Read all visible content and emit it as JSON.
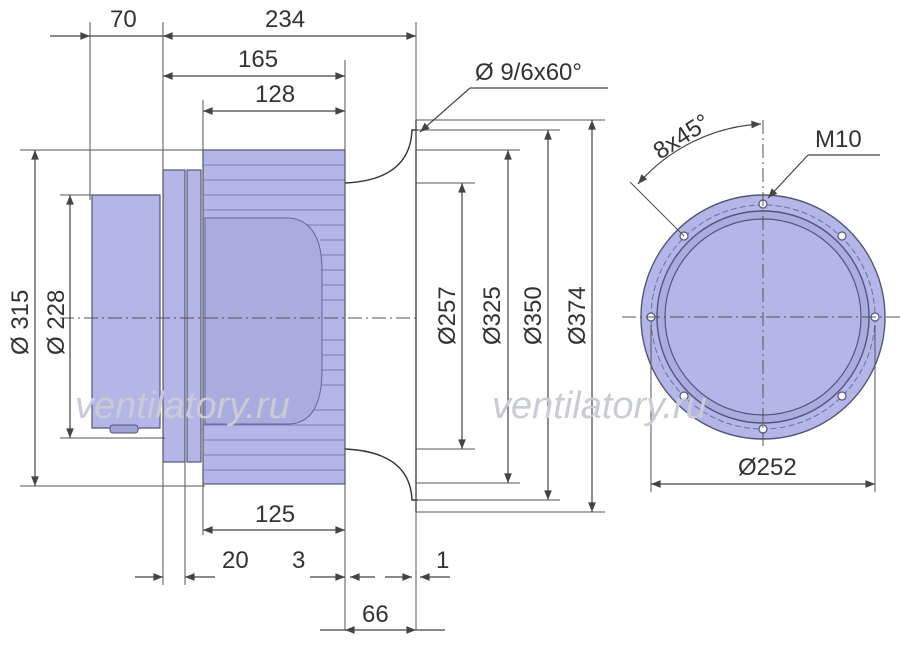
{
  "dimensions": {
    "d70": "70",
    "d234": "234",
    "d165": "165",
    "d128": "128",
    "d125": "125",
    "d20": "20",
    "d3": "3",
    "d1": "1",
    "d66": "66",
    "dia315": "Ø 315",
    "dia228": "Ø 228",
    "dia257": "Ø257",
    "dia325": "Ø325",
    "dia350": "Ø350",
    "dia374": "Ø374",
    "dia252": "Ø252",
    "holes": "Ø 9/6x60°",
    "angle": "8x45°",
    "thread": "M10"
  },
  "watermark": {
    "left": "ventilatory.ru",
    "right": "ventilatory.ru"
  },
  "colors": {
    "body": "#b3b6e6",
    "lines": "#444444",
    "text": "#333333"
  }
}
